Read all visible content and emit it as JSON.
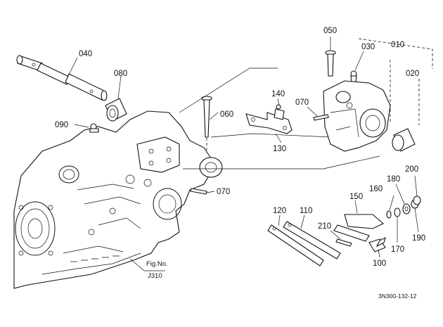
{
  "parts": {
    "p010": "010",
    "p020": "020",
    "p030": "030",
    "p040": "040",
    "p050": "050",
    "p060": "060",
    "p070a": "070",
    "p070b": "070",
    "p080": "080",
    "p090": "090",
    "p100": "100",
    "p110": "110",
    "p120": "120",
    "p130": "130",
    "p140": "140",
    "p150": "150",
    "p160": "160",
    "p170": "170",
    "p180": "180",
    "p190": "190",
    "p200": "200",
    "p210": "210"
  },
  "figure_ref": {
    "prefix": "Fig.No.",
    "number": "J310"
  },
  "drawing_code": "3N300-132-12"
}
